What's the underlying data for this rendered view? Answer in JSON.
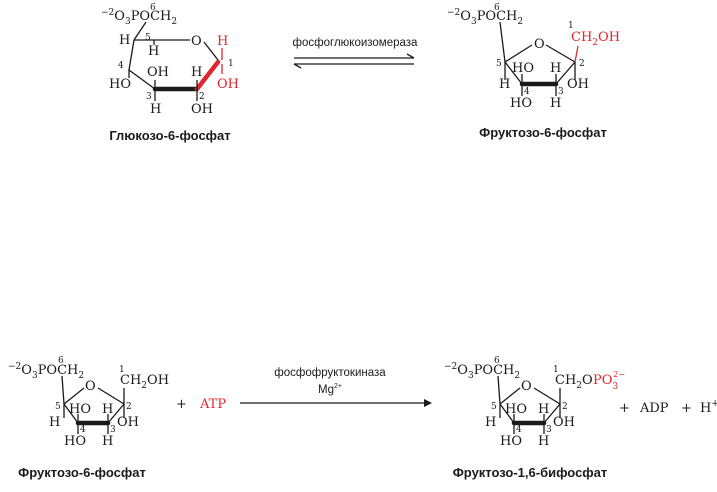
{
  "reaction1": {
    "enzyme": "фосфоглюкоизомераза",
    "substrate": {
      "caption": "Глюкозо-6-фосфат",
      "labels": {
        "c6": "6",
        "o3poch2_prefix": "−2",
        "o3poch2_o": "O",
        "o3poch2_3": "3",
        "o3poch2_poch": "POCH",
        "o3poch2_2": "2",
        "c5": "5",
        "c4": "4",
        "c3": "3",
        "c2": "2",
        "c1": "1",
        "ring_o": "O",
        "h_c5": "H",
        "h_c4": "H",
        "oh_c4": "HO",
        "oh_c3_top": "OH",
        "h_c3": "H",
        "h_c2": "H",
        "oh_c2": "OH",
        "h_c1_red": "H",
        "oh_c1_red": "OH"
      }
    },
    "product": {
      "caption": "Фруктозо-6-фосфат",
      "labels": {
        "c6": "6",
        "o3poch2_prefix": "−2",
        "o3poch2_o": "O",
        "o3poch2_3": "3",
        "o3poch2_poch": "POCH",
        "o3poch2_2": "2",
        "c1": "1",
        "ch2oh_red": "CH",
        "ch2oh_red_2": "2",
        "ch2oh_red_oh": "OH",
        "ring_o": "O",
        "c5": "5",
        "c4": "4",
        "c3": "3",
        "c2": "2",
        "h_c5": "H",
        "ho_c4_top": "HO",
        "h_c2_top": "H",
        "oh_c2": "OH",
        "ho_c4_bottom": "HO",
        "h_c3": "H"
      }
    }
  },
  "reaction2": {
    "enzyme": "фосфофруктокиназа",
    "cofactor_main": "Mg",
    "cofactor_charge": "2+",
    "plus1": "+",
    "atp": "ATP",
    "plus2": "+",
    "adp": "ADP",
    "plus3": "+",
    "proton": "H",
    "proton_charge": "+",
    "substrate": {
      "caption": "Фруктозо-6-фосфат",
      "labels": {
        "c6": "6",
        "o3poch2_prefix": "−2",
        "o3poch2_o": "O",
        "o3poch2_3": "3",
        "o3poch2_poch": "POCH",
        "o3poch2_2": "2",
        "c1": "1",
        "ch2oh": "CH",
        "ch2oh_2": "2",
        "ch2oh_oh": "OH",
        "ring_o": "O",
        "c5": "5",
        "c4": "4",
        "c3": "3",
        "c2": "2",
        "h_c5": "H",
        "ho_c4_top": "HO",
        "h_c2_top": "H",
        "oh_c2": "OH",
        "ho_c4_bottom": "HO",
        "h_c3": "H"
      }
    },
    "product": {
      "caption": "Фруктозо-1,6-бифосфат",
      "labels": {
        "c6": "6",
        "o3poch2_prefix": "−2",
        "o3poch2_o": "O",
        "o3poch2_3": "3",
        "o3poch2_poch": "POCH",
        "o3poch2_2": "2",
        "c1": "1",
        "ch2o": "CH",
        "ch2o_2": "2",
        "ch2o_o": "O",
        "po3_red": "PO",
        "po3_red_3": "3",
        "po3_red_charge": "2−",
        "ring_o": "O",
        "c5": "5",
        "c4": "4",
        "c3": "3",
        "c2": "2",
        "h_c5": "H",
        "ho_c4_top": "HO",
        "h_c2_top": "H",
        "oh_c2": "OH",
        "ho_c4_bottom": "HO",
        "h_c3": "H"
      }
    }
  }
}
